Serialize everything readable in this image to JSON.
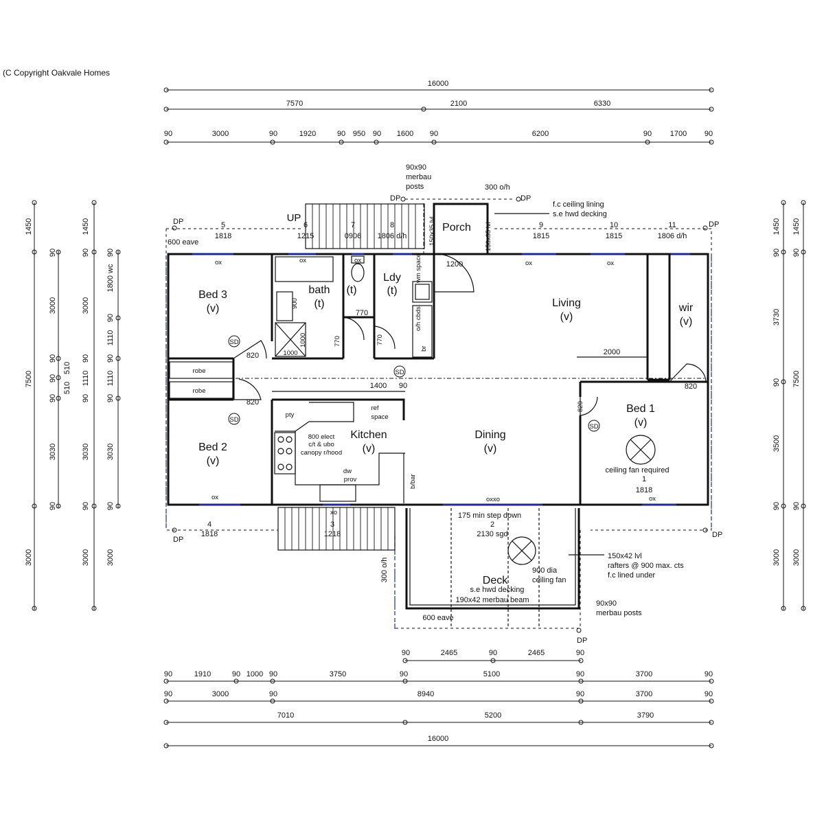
{
  "copyright": "(C   Copyright Oakvale Homes",
  "top_dims": {
    "overall": "16000",
    "row2": [
      "7570",
      "2100",
      "6330"
    ],
    "row3": [
      "90",
      "3000",
      "90",
      "1920",
      "90",
      "950",
      "90",
      "1600",
      "90",
      "6200",
      "90",
      "1700",
      "90"
    ]
  },
  "bottom_dims": {
    "deck_row": [
      "90",
      "2465",
      "90",
      "2465",
      "90"
    ],
    "row1": [
      "90",
      "1910",
      "90",
      "1000",
      "90",
      "3750",
      "90",
      "5100",
      "90",
      "3700",
      "90"
    ],
    "row2": [
      "90",
      "3000",
      "90",
      "8940",
      "90",
      "3700",
      "90"
    ],
    "row3": [
      "7010",
      "5200",
      "3790"
    ],
    "overall": "16000"
  },
  "left_dims": {
    "col1": [
      "1450",
      "7500",
      "3000"
    ],
    "col2": [
      "90",
      "3000",
      "90",
      "90",
      "90",
      "3030",
      "90"
    ],
    "col3": [
      "510",
      "510"
    ],
    "col4": [
      "1450",
      "90",
      "3000",
      "90",
      "1110",
      "90",
      "3030",
      "90",
      "3000"
    ],
    "col5": [
      "90",
      "1800 wc",
      "90",
      "1110",
      "90",
      "1110",
      "90",
      "3030",
      "90",
      "3000"
    ]
  },
  "right_dims": {
    "col1": [
      "1450",
      "90",
      "3730",
      "90",
      "3500",
      "90",
      "3000"
    ],
    "col2": [
      "1450",
      "90",
      "7500",
      "90",
      "3000"
    ]
  },
  "rooms": {
    "bed3": {
      "name": "Bed 3",
      "tag": "(v)"
    },
    "bath": {
      "name": "bath",
      "tag": "(t)"
    },
    "wc": {
      "tag": "(t)"
    },
    "ldy": {
      "name": "Ldy",
      "tag": "(t)"
    },
    "porch": {
      "name": "Porch"
    },
    "living": {
      "name": "Living",
      "tag": "(v)"
    },
    "wir": {
      "name": "wir",
      "tag": "(v)"
    },
    "bed2": {
      "name": "Bed 2",
      "tag": "(v)"
    },
    "kitchen": {
      "name": "Kitchen",
      "tag": "(v)"
    },
    "dining": {
      "name": "Dining",
      "tag": "(v)"
    },
    "bed1": {
      "name": "Bed 1",
      "tag": "(v)"
    },
    "deck": {
      "name": "Deck"
    }
  },
  "windows_top": [
    {
      "num": "5",
      "size": "1818"
    },
    {
      "num": "6",
      "size": "1215"
    },
    {
      "num": "7",
      "size": "0906"
    },
    {
      "num": "8",
      "size": "1806 d/h"
    },
    {
      "num": "9",
      "size": "1815"
    },
    {
      "num": "10",
      "size": "1815"
    },
    {
      "num": "11",
      "size": "1806 d/h"
    }
  ],
  "windows_bottom": [
    {
      "num": "4",
      "size": "1818"
    },
    {
      "num": "3",
      "size": "1218"
    },
    {
      "num": "2",
      "size": "2130 sgd"
    },
    {
      "num": "1",
      "size": "1818"
    }
  ],
  "labels": {
    "up": "UP",
    "dp": "DP",
    "eave600": "600 eave",
    "posts_top": [
      "90x90",
      "merbau",
      "posts"
    ],
    "oh300": "300 o/h",
    "fc_ceiling": [
      "f.c ceiling lining",
      "s.e hwd decking"
    ],
    "lvl150": "150x35 lvl",
    "door1200": "1200",
    "ox": "ox",
    "oxxo": "oxxo",
    "xo": "xo",
    "robe": "robe",
    "sd": "SD",
    "d820": "820",
    "d770": "770",
    "d900": "900",
    "d1000": "1000",
    "wm_space": "wm space",
    "oh_cbds": "o/h cbds",
    "br": "br",
    "pty": "pty",
    "ref_space": [
      "ref",
      "space"
    ],
    "cooktop": [
      "800 elect",
      "c/t & ubo",
      "canopy r/hood"
    ],
    "dw_prov": [
      "dw",
      "prov"
    ],
    "bbar": "b/bar",
    "d1400": "1400",
    "d2000": "2000",
    "d90": "90",
    "ceiling_fan_required": "ceiling fan required",
    "step_down": "175 min step down",
    "fan900": [
      "900 dia",
      "ceiling fan"
    ],
    "rafters": [
      "150x42 lvl",
      "rafters @ 900 max. cts",
      "f.c lined under"
    ],
    "deck_notes": [
      "s.e hwd decking",
      "190x42 merbau beam"
    ],
    "eave_bottom": "600 eave",
    "posts_bottom": [
      "90x90",
      "merbau posts"
    ],
    "oh_bottom": "300 o/h"
  }
}
